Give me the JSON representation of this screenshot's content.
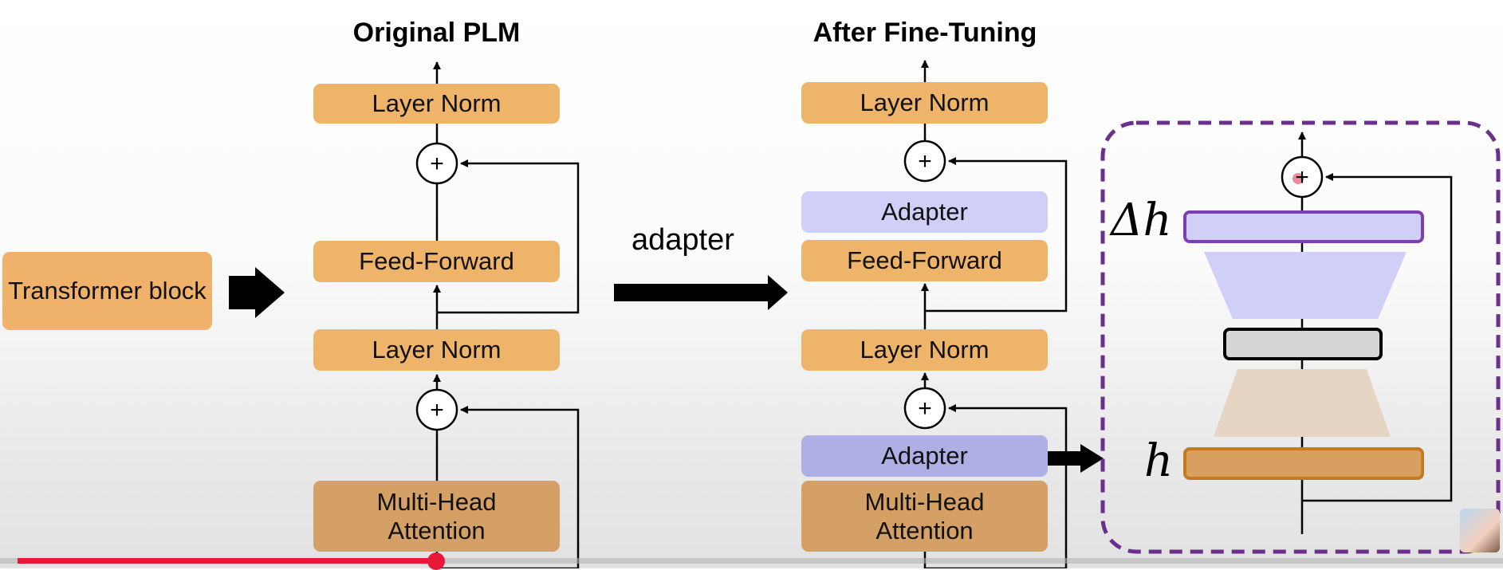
{
  "titles": {
    "left": "Original PLM",
    "right": "After Fine-Tuning"
  },
  "left_block": {
    "transformer": "Transformer block"
  },
  "arrow_label": "adapter",
  "original": {
    "layer_norm_top": "Layer Norm",
    "feed_forward": "Feed-Forward",
    "layer_norm_bottom": "Layer Norm",
    "mha": "Multi-Head Attention",
    "plus": "+"
  },
  "finetuned": {
    "layer_norm_top": "Layer Norm",
    "adapter_top": "Adapter",
    "feed_forward": "Feed-Forward",
    "layer_norm_bottom": "Layer Norm",
    "adapter_bottom": "Adapter",
    "mha": "Multi-Head Attention",
    "plus": "+"
  },
  "adapter_detail": {
    "delta_h": "Δh",
    "h": "h"
  },
  "colors": {
    "layer_norm": "#eeb46a",
    "mha": "#d4a066",
    "adapter": "#cfcff8",
    "adapter_highlight": "#adafe5",
    "detail_border": "#6b2f8c",
    "delta_box": "#cfcff8",
    "h_box": "#d7a060",
    "progress": "#e8183a"
  },
  "video": {
    "progress_fraction": 0.29
  }
}
